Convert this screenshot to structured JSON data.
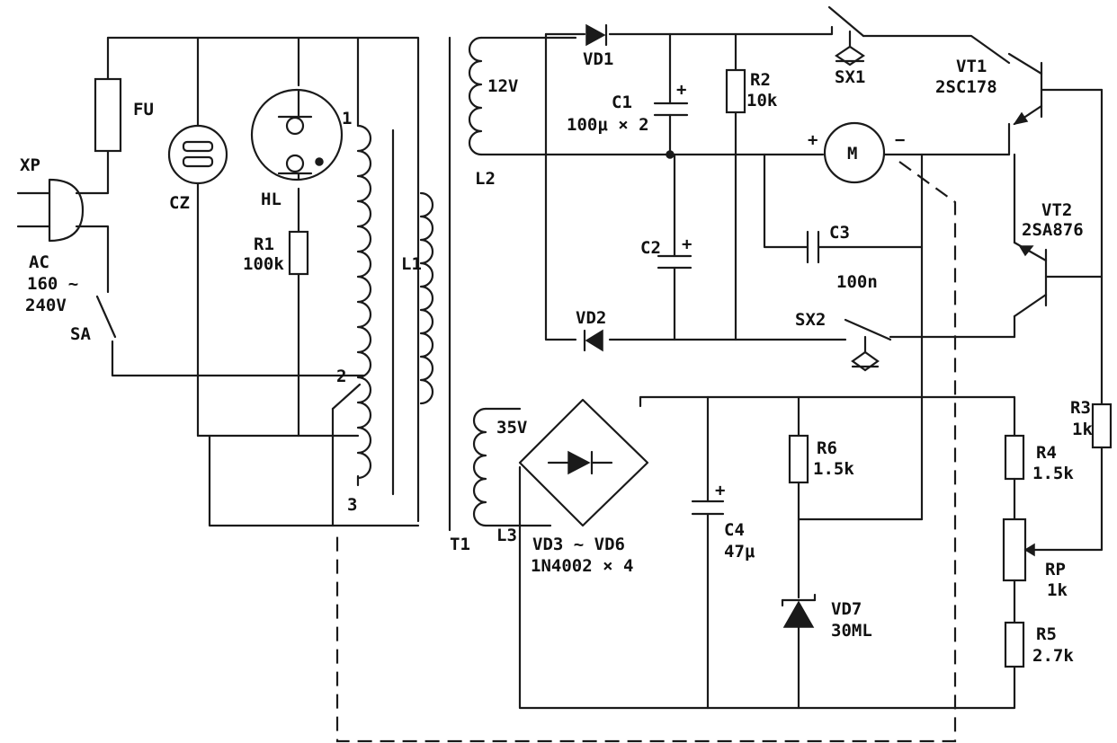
{
  "labels": {
    "fuse": "FU",
    "plug": "XP",
    "ac": "AC",
    "ac_range_top": "160 ~",
    "ac_range_bottom": "240V",
    "switch_sa": "SA",
    "socket": "CZ",
    "lamp": "HL",
    "r1_name": "R1",
    "r1_value": "100k",
    "tap_1": "1",
    "tap_2": "2",
    "tap_3": "3",
    "l1": "L1",
    "l2": "L2",
    "l3": "L3",
    "t1": "T1",
    "v12": "12V",
    "v35": "35V",
    "vd1": "VD1",
    "vd2": "VD2",
    "c1_name": "C1",
    "c1_value": "100μ × 2",
    "c2_name": "C2",
    "r2_name": "R2",
    "r2_value": "10k",
    "sx1": "SX1",
    "sx2": "SX2",
    "motor": "M",
    "plus": "+",
    "minus": "−",
    "c3_name": "C3",
    "c3_value": "100n",
    "vt1_name": "VT1",
    "vt1_type": "2SC178",
    "vt2_name": "VT2",
    "vt2_type": "2SA876",
    "bridge_name": "VD3 ~ VD6",
    "bridge_type": "1N4002 × 4",
    "c4_name": "C4",
    "c4_value": "47μ",
    "r6_name": "R6",
    "r6_value": "1.5k",
    "vd7_name": "VD7",
    "vd7_type": "30ML",
    "r3_name": "R3",
    "r3_value": "1k",
    "r4_name": "R4",
    "r4_value": "1.5k",
    "rp_name": "RP",
    "rp_value": "1k",
    "r5_name": "R5",
    "r5_value": "2.7k"
  }
}
